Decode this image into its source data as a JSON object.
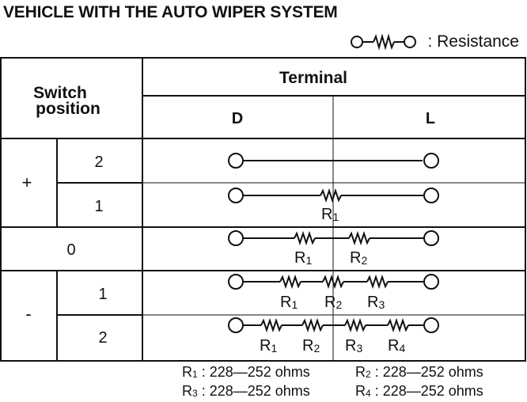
{
  "title": "VEHICLE WITH THE AUTO WIPER SYSTEM",
  "legend": {
    "icon": "resistor-symbol-icon",
    "text": ": Resistance"
  },
  "table": {
    "switch_header_line1": "Switch",
    "switch_header_line2": "position",
    "terminal_header": "Terminal",
    "col_d": "D",
    "col_l": "L",
    "group_plus": "+",
    "group_zero": "0",
    "group_minus": "-",
    "rows": [
      {
        "group": "+",
        "position": "2",
        "resistors": []
      },
      {
        "group": "+",
        "position": "1",
        "resistors": [
          "R",
          "1"
        ]
      },
      {
        "group": "0",
        "position": "",
        "resistors": [
          "R",
          "1",
          "R",
          "2"
        ]
      },
      {
        "group": "-",
        "position": "1",
        "resistors": [
          "R",
          "1",
          "R",
          "2",
          "R",
          "3"
        ]
      },
      {
        "group": "-",
        "position": "2",
        "resistors": [
          "R",
          "1",
          "R",
          "2",
          "R",
          "3",
          "R",
          "4"
        ]
      }
    ]
  },
  "resistor_labels": {
    "r1": {
      "letter": "R",
      "sub": "1"
    },
    "r2": {
      "letter": "R",
      "sub": "2"
    },
    "r3": {
      "letter": "R",
      "sub": "3"
    },
    "r4": {
      "letter": "R",
      "sub": "4"
    }
  },
  "footnotes": [
    {
      "letter": "R",
      "sub": "1",
      "value": " : 228—252 ohms"
    },
    {
      "letter": "R",
      "sub": "2",
      "value": " : 228—252 ohms"
    },
    {
      "letter": "R",
      "sub": "3",
      "value": " : 228—252 ohms"
    },
    {
      "letter": "R",
      "sub": "4",
      "value": " : 228—252 ohms"
    }
  ]
}
